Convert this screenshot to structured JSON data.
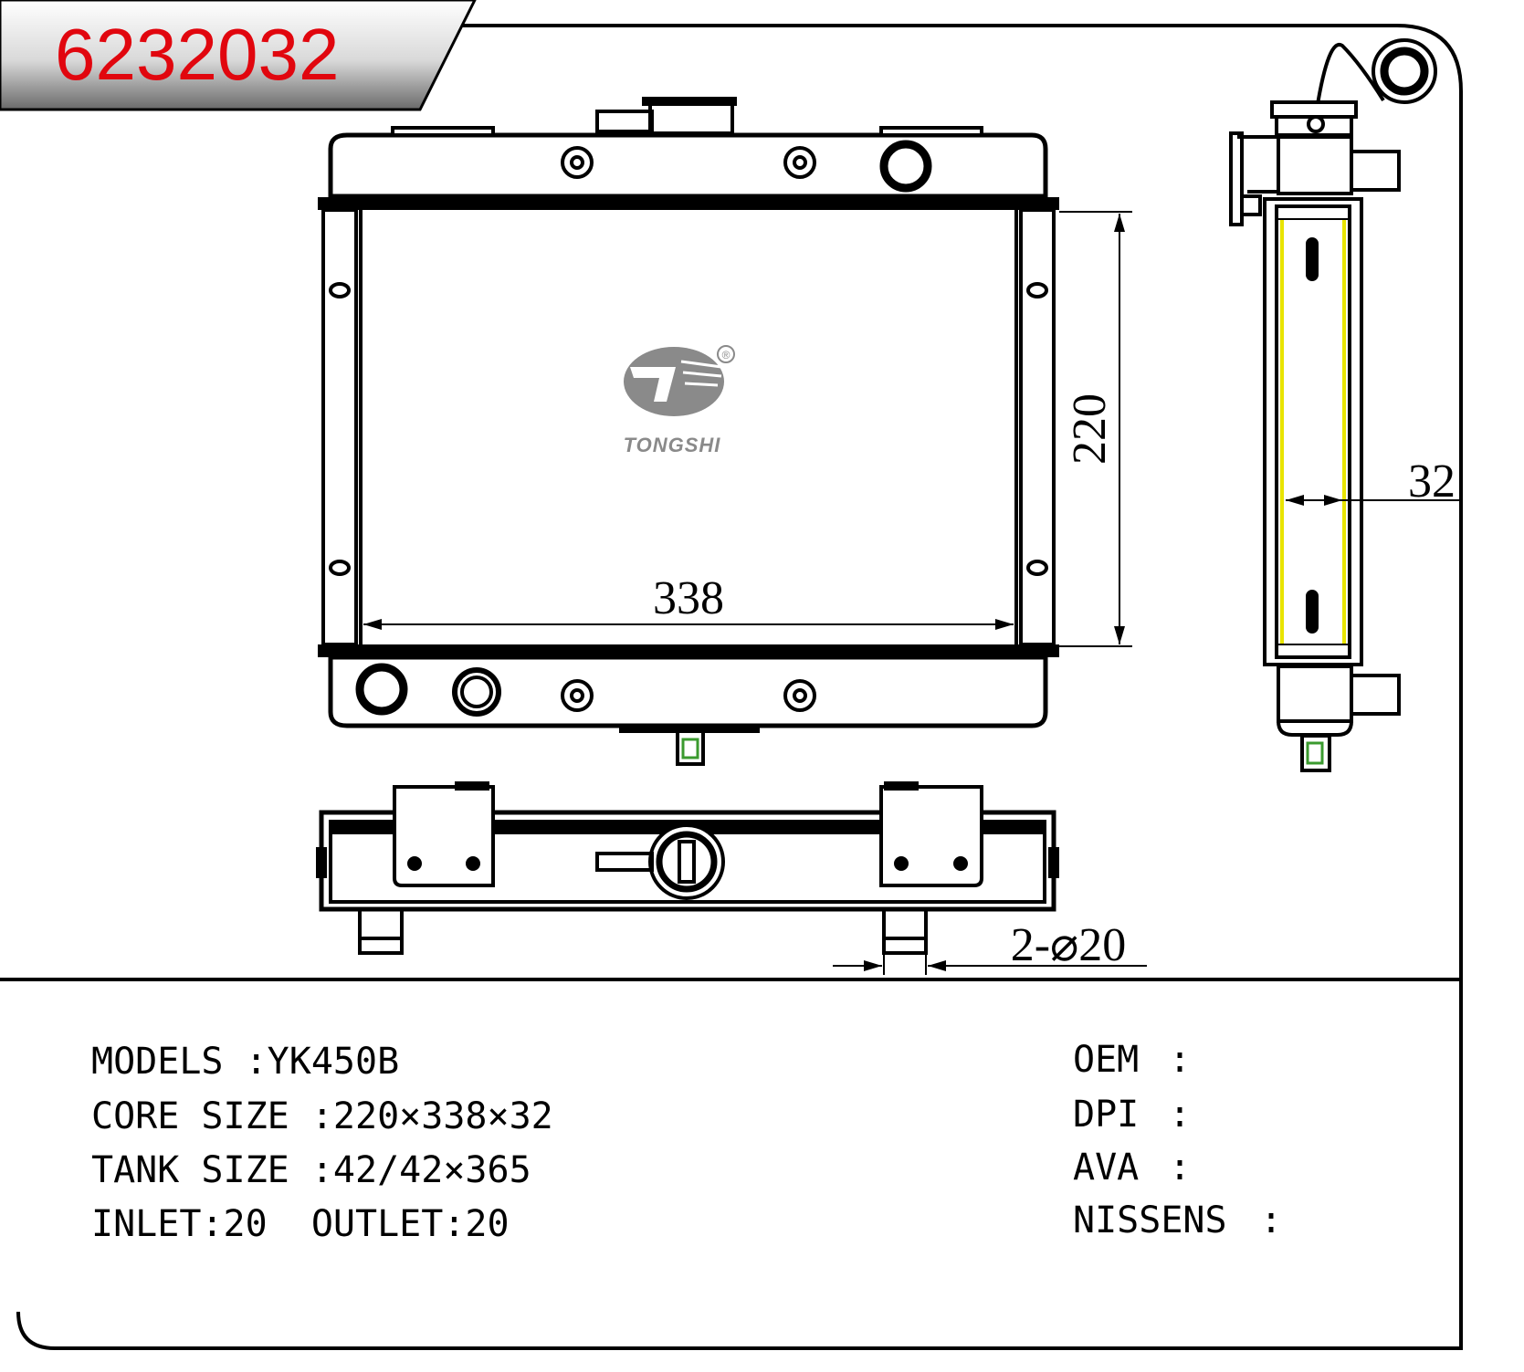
{
  "part_number": "6232032",
  "brand": {
    "name": "TONGSHI",
    "registered_mark": "®",
    "color": "#8a8a8a"
  },
  "accent_color": "#e1060e",
  "dimensions": {
    "core_height": "220",
    "core_width": "338",
    "core_thickness": "32",
    "pipes": "2-⌀20"
  },
  "specs_left": [
    {
      "label": "MODELS :",
      "value": "YK450B"
    },
    {
      "label": "CORE SIZE :",
      "value": "220×338×32"
    },
    {
      "label": "TANK SIZE :",
      "value": "42/42×365"
    },
    {
      "label": "INLET:",
      "value": "20",
      "label2": "OUTLET:",
      "value2": "20"
    }
  ],
  "specs_right": [
    {
      "label": "OEM",
      "sep": ":"
    },
    {
      "label": "DPI",
      "sep": ":"
    },
    {
      "label": "AVA",
      "sep": ":"
    },
    {
      "label": "NISSENS",
      "sep": ":"
    }
  ]
}
